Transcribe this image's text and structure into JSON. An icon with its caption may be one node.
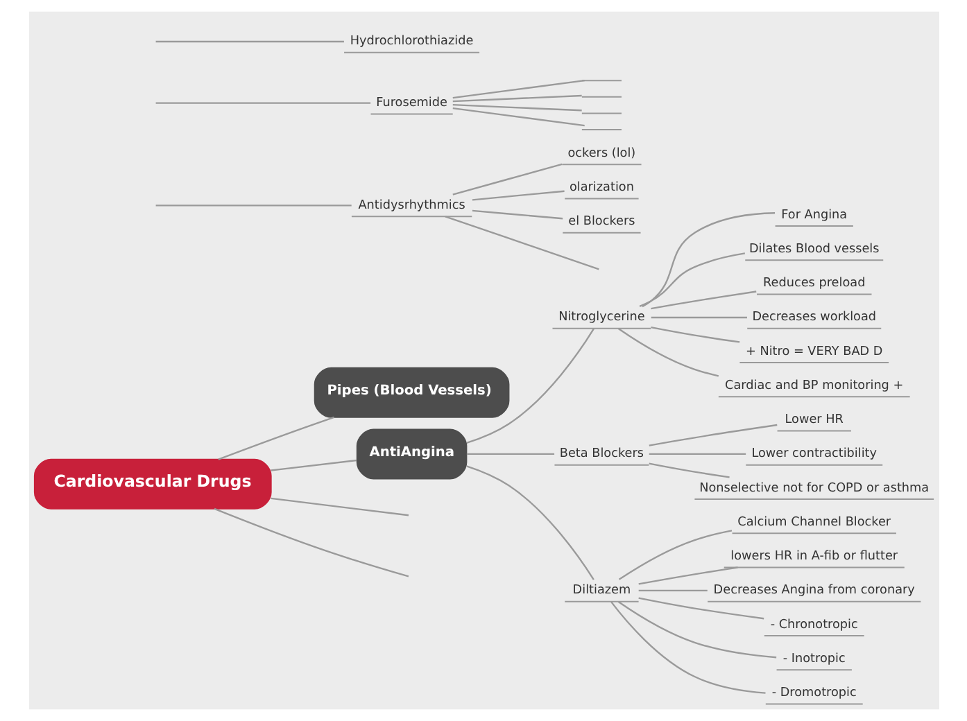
{
  "diagram": {
    "nodes": [
      {
        "text": [
          "Cardiovascular Drugs"
        ]
      },
      {
        "text": [
          "Pipes (Blood Vessels)"
        ]
      },
      {
        "text": [
          "AntiAngina"
        ]
      },
      {
        "text": [
          "Nitroglycerine"
        ]
      },
      {
        "text": [
          "For Angina"
        ]
      },
      {
        "text": [
          "Dilates Blood vessels"
        ]
      },
      {
        "text": [
          "Reduces preload"
        ]
      },
      {
        "text": [
          "Decreases workload"
        ]
      },
      {
        "text": [
          "+ Nitro = VERY BAD D"
        ]
      },
      {
        "text": [
          "Cardiac and BP monitoring +"
        ]
      },
      {
        "text": [
          "Beta Blockers"
        ]
      },
      {
        "text": [
          "Lower HR"
        ]
      },
      {
        "text": [
          "Lower contractibility"
        ]
      },
      {
        "text": [
          "Nonselective not for COPD or asthma"
        ]
      },
      {
        "text": [
          "Diltiazem"
        ]
      },
      {
        "text": [
          "Calcium Channel Blocker"
        ]
      },
      {
        "text": [
          "lowers HR in A-fib or flutter"
        ]
      },
      {
        "text": [
          "Decreases Angina from coronary"
        ]
      },
      {
        "text": [
          "- Chronotropic"
        ]
      },
      {
        "text": [
          "- Inotropic"
        ]
      },
      {
        "text": [
          "- Dromotropic"
        ]
      },
      {
        "text": [
          "Antidysrhythmics"
        ]
      },
      {
        "text": [
          "ockers (lol)"
        ]
      },
      {
        "text": [
          "olarization"
        ]
      },
      {
        "text": [
          "el Blockers"
        ]
      },
      {
        "text": [
          "Furosemide"
        ]
      },
      {
        "text": [],
        "shape": "line"
      },
      {
        "text": [],
        "shape": "line"
      },
      {
        "text": [],
        "shape": "line"
      },
      {
        "text": [],
        "shape": "line"
      },
      {
        "text": [
          "Hydrochlorothiazide"
        ]
      }
    ],
    "edges": [
      {
        "from": 0,
        "to": null,
        "arrow": "none"
      },
      {
        "from": 0,
        "to": 1,
        "arrow": "none"
      },
      {
        "from": 0,
        "to": 2,
        "arrow": "none"
      },
      {
        "from": 0,
        "to": null,
        "arrow": "none"
      },
      {
        "from": 2,
        "to": 3,
        "arrow": "none"
      },
      {
        "from": 3,
        "to": 4,
        "arrow": "none"
      },
      {
        "from": 3,
        "to": 5,
        "arrow": "none"
      },
      {
        "from": 3,
        "to": 6,
        "arrow": "none"
      },
      {
        "from": 3,
        "to": 7,
        "arrow": "none"
      },
      {
        "from": 3,
        "to": 8,
        "arrow": "none"
      },
      {
        "from": 3,
        "to": 9,
        "arrow": "none"
      },
      {
        "from": 2,
        "to": 10,
        "arrow": "none"
      },
      {
        "from": 10,
        "to": 11,
        "arrow": "none"
      },
      {
        "from": 10,
        "to": 12,
        "arrow": "none"
      },
      {
        "from": 10,
        "to": 13,
        "arrow": "none"
      },
      {
        "from": 2,
        "to": 14,
        "arrow": "none"
      },
      {
        "from": 14,
        "to": 15,
        "arrow": "none"
      },
      {
        "from": 14,
        "to": 16,
        "arrow": "none"
      },
      {
        "from": 14,
        "to": 17,
        "arrow": "none"
      },
      {
        "from": 14,
        "to": 18,
        "arrow": "none"
      },
      {
        "from": 14,
        "to": 19,
        "arrow": "none"
      },
      {
        "from": 14,
        "to": 20,
        "arrow": "none"
      },
      {
        "from": null,
        "to": 21,
        "arrow": "none"
      },
      {
        "from": 21,
        "to": null,
        "arrow": "none"
      },
      {
        "from": 21,
        "to": 22,
        "arrow": "none"
      },
      {
        "from": 21,
        "to": 23,
        "arrow": "none"
      },
      {
        "from": 21,
        "to": 24,
        "arrow": "none"
      },
      {
        "from": 25,
        "to": 26,
        "arrow": "none"
      },
      {
        "from": 25,
        "to": 27,
        "arrow": "none"
      },
      {
        "from": 25,
        "to": 28,
        "arrow": "none"
      },
      {
        "from": 25,
        "to": 29,
        "arrow": "none"
      },
      {
        "from": null,
        "to": 25,
        "arrow": "none"
      },
      {
        "from": null,
        "to": 30,
        "arrow": "none"
      }
    ]
  }
}
